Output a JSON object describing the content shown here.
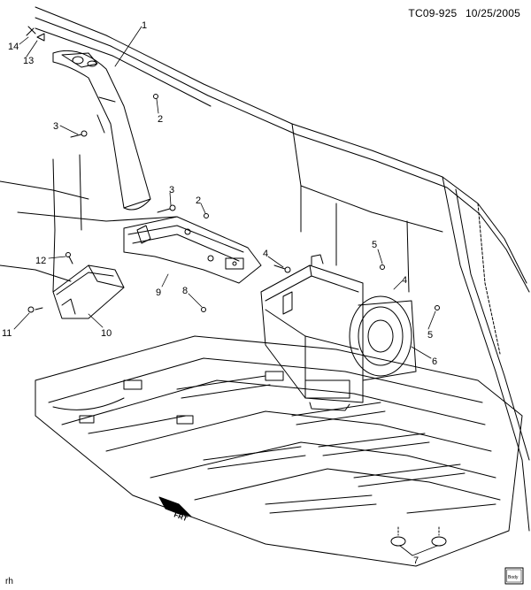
{
  "header": {
    "drawing_id": "TC09-925",
    "date": "10/25/2005"
  },
  "corner_tag": "rh",
  "front_arrow_label": "FRT",
  "badge_text": "Body",
  "callouts": [
    {
      "id": "c1",
      "label": "1"
    },
    {
      "id": "c2a",
      "label": "2"
    },
    {
      "id": "c2b",
      "label": "2"
    },
    {
      "id": "c3a",
      "label": "3"
    },
    {
      "id": "c3b",
      "label": "3"
    },
    {
      "id": "c4a",
      "label": "4"
    },
    {
      "id": "c4b",
      "label": "4"
    },
    {
      "id": "c5a",
      "label": "5"
    },
    {
      "id": "c5b",
      "label": "5"
    },
    {
      "id": "c6",
      "label": "6"
    },
    {
      "id": "c7",
      "label": "7"
    },
    {
      "id": "c8",
      "label": "8"
    },
    {
      "id": "c9",
      "label": "9"
    },
    {
      "id": "c10",
      "label": "10"
    },
    {
      "id": "c11",
      "label": "11"
    },
    {
      "id": "c12",
      "label": "12"
    },
    {
      "id": "c13",
      "label": "13"
    },
    {
      "id": "c14",
      "label": "14"
    }
  ]
}
